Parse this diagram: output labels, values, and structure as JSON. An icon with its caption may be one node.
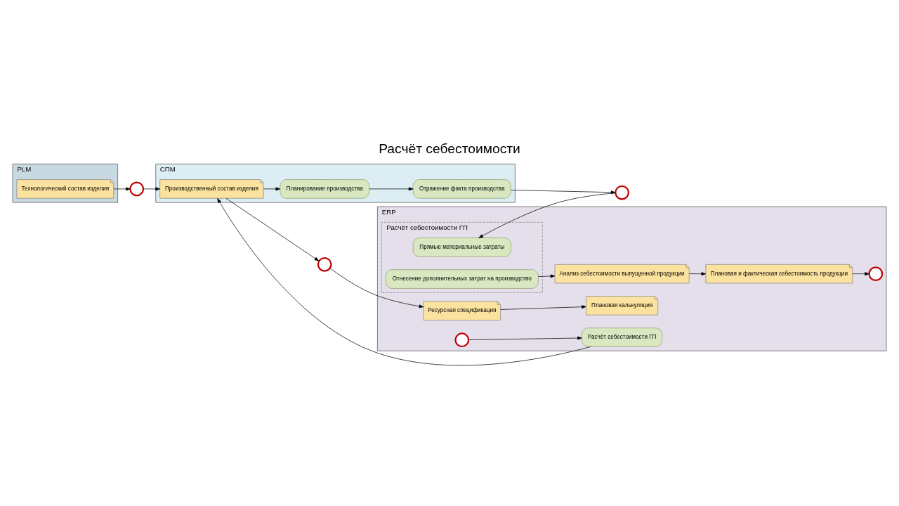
{
  "diagram": {
    "title": "Расчёт себестоимости",
    "nodes": [
      {
        "text": [
          "PLM"
        ]
      },
      {
        "text": [
          "СПМ"
        ]
      },
      {
        "text": [
          "ERP"
        ]
      },
      {
        "text": [
          "Технологический состав изделия"
        ],
        "in": 0
      },
      {
        "text": [],
        "shape": "circle"
      },
      {
        "text": [
          "Производственный состав изделия"
        ],
        "in": 1
      },
      {
        "text": [
          "Планирование производства"
        ],
        "in": 1
      },
      {
        "text": [
          "Отражение факта производства"
        ],
        "in": 1
      },
      {
        "text": [],
        "shape": "circle"
      },
      {
        "text": [],
        "shape": "circle"
      },
      {
        "text": [],
        "shape": "circle",
        "in": 2
      },
      {
        "text": [
          "Расчёт себестоимости ГП"
        ],
        "in": 2
      },
      {
        "text": [
          "Ресурсная спецификация"
        ],
        "in": 2
      },
      {
        "text": [
          "Плановая калькуляция"
        ],
        "in": 2
      },
      {
        "text": [
          "Расчёт себестоимости ГП"
        ],
        "in": 2
      },
      {
        "text": [
          "Прямые материальные затраты"
        ],
        "in": 14
      },
      {
        "text": [
          "Отнесение дополнительных затрат на производство"
        ],
        "in": 14
      },
      {
        "text": [
          "Анализ себестоимости выпущенной продукции"
        ],
        "in": 2
      },
      {
        "text": [
          "Плановая и фактическая себестоимость продукции"
        ],
        "in": 2
      },
      {
        "text": [],
        "shape": "circle",
        "in": 2
      }
    ],
    "edges": [
      {
        "from": 3,
        "to": 4,
        "arrow": "to"
      },
      {
        "from": 4,
        "to": 5,
        "arrow": "to"
      },
      {
        "from": 5,
        "to": 6,
        "arrow": "to"
      },
      {
        "from": 5,
        "to": 8,
        "arrow": "to"
      },
      {
        "from": 6,
        "to": 7,
        "arrow": "to"
      },
      {
        "from": 7,
        "to": 9,
        "arrow": "to"
      },
      {
        "from": 10,
        "to": 11,
        "arrow": "to"
      },
      {
        "from": 11,
        "to": 5,
        "arrow": "to"
      },
      {
        "from": 8,
        "to": 12,
        "arrow": "to"
      },
      {
        "from": 12,
        "to": 13,
        "arrow": "to"
      },
      {
        "from": 9,
        "to": 15,
        "arrow": "to"
      },
      {
        "from": 16,
        "to": 17,
        "arrow": "to"
      },
      {
        "from": 17,
        "to": 18,
        "arrow": "to"
      },
      {
        "from": 18,
        "to": 19,
        "arrow": "to"
      }
    ]
  }
}
